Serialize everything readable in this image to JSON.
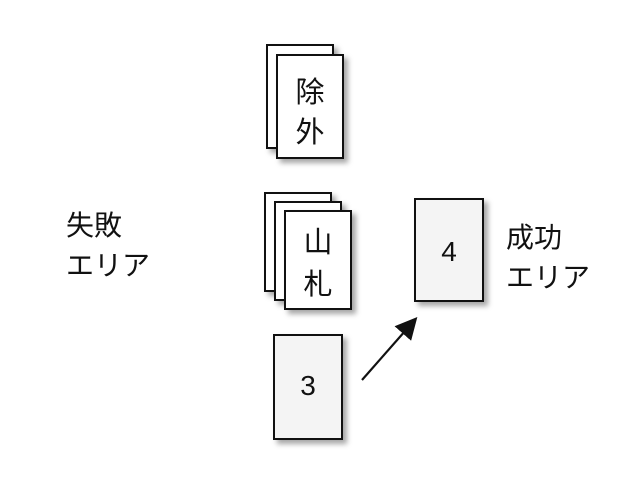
{
  "piles": {
    "removed": {
      "line1": "除",
      "line2": "外"
    },
    "deck": {
      "line1": "山",
      "line2": "札"
    }
  },
  "cards": {
    "current": "3",
    "success": "4"
  },
  "areas": {
    "failure": {
      "line1": "失敗",
      "line2": "エリア"
    },
    "success": {
      "line1": "成功",
      "line2": "エリア"
    }
  }
}
